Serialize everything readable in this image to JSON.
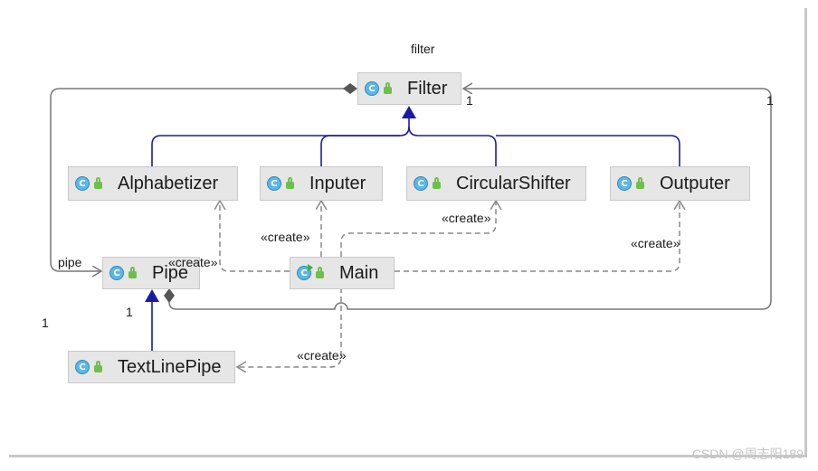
{
  "diagram": {
    "package_label": "filter",
    "class_icon_letter": "C",
    "colors": {
      "inheritance": "#1a1aa8",
      "association": "#777777",
      "dependency": "#888888",
      "node_fill": "#e6e6e6",
      "class_icon": "#5cb8e6",
      "visibility_icon": "#6ebf4a"
    },
    "nodes": [
      {
        "id": "filter",
        "label": "Filter",
        "icon": "class-icon"
      },
      {
        "id": "alphabetizer",
        "label": "Alphabetizer",
        "icon": "class-icon"
      },
      {
        "id": "inputer",
        "label": "Inputer",
        "icon": "class-icon"
      },
      {
        "id": "circularshifter",
        "label": "CircularShifter",
        "icon": "class-icon"
      },
      {
        "id": "outputer",
        "label": "Outputer",
        "icon": "class-icon"
      },
      {
        "id": "pipe",
        "label": "Pipe",
        "icon": "class-icon"
      },
      {
        "id": "main",
        "label": "Main",
        "icon": "main-class-icon"
      },
      {
        "id": "textlinepipe",
        "label": "TextLinePipe",
        "icon": "class-icon"
      }
    ],
    "edges": [
      {
        "type": "inheritance",
        "from": "alphabetizer",
        "to": "filter"
      },
      {
        "type": "inheritance",
        "from": "inputer",
        "to": "filter"
      },
      {
        "type": "inheritance",
        "from": "circularshifter",
        "to": "filter"
      },
      {
        "type": "inheritance",
        "from": "outputer",
        "to": "filter"
      },
      {
        "type": "inheritance",
        "from": "textlinepipe",
        "to": "pipe"
      },
      {
        "type": "composition",
        "from": "filter",
        "to": "pipe",
        "label": "pipe",
        "multiplicity": "1"
      },
      {
        "type": "composition",
        "from": "pipe",
        "to": "filter",
        "multiplicity_left": "1",
        "multiplicity_right": "1"
      },
      {
        "type": "dependency",
        "from": "main",
        "to": "alphabetizer",
        "label": "«create»"
      },
      {
        "type": "dependency",
        "from": "main",
        "to": "inputer",
        "label": "«create»"
      },
      {
        "type": "dependency",
        "from": "main",
        "to": "circularshifter",
        "label": "«create»"
      },
      {
        "type": "dependency",
        "from": "main",
        "to": "outputer",
        "label": "«create»"
      },
      {
        "type": "dependency",
        "from": "main",
        "to": "textlinepipe",
        "label": "«create»"
      }
    ],
    "labels": {
      "pipe_role": "pipe",
      "mult_filter": "1",
      "mult_right": "1",
      "mult_left": "1",
      "mult_pipe": "1",
      "create_alphabetizer": "«create»",
      "create_inputer": "«create»",
      "create_circularshifter": "«create»",
      "create_outputer": "«create»",
      "create_textlinepipe": "«create»"
    }
  },
  "watermark": "CSDN @周志阳189"
}
